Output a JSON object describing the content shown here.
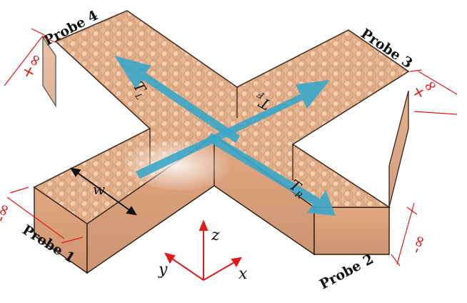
{
  "probes": {
    "probe1": "Probe 1",
    "probe2": "Probe 2",
    "probe3": "Probe 3",
    "probe4": "Probe 4"
  },
  "infinity": {
    "probe1": "-∞",
    "probe2": "-∞",
    "probe3": "+∞",
    "probe4": "+∞"
  },
  "transmissions": {
    "left": {
      "symbol": "T",
      "sub": "L"
    },
    "forward": {
      "symbol": "T",
      "sub": "F"
    },
    "right": {
      "symbol": "T",
      "sub": "R"
    }
  },
  "width_label": "w",
  "axes": {
    "x": "x",
    "y": "y",
    "z": "z"
  },
  "colors": {
    "slab_fill": "#f2b98a",
    "slab_edge": "#2b1a12",
    "arrow": "#3aa6c9",
    "dimension": "#e11a1a",
    "axes": "#e11a1a"
  }
}
